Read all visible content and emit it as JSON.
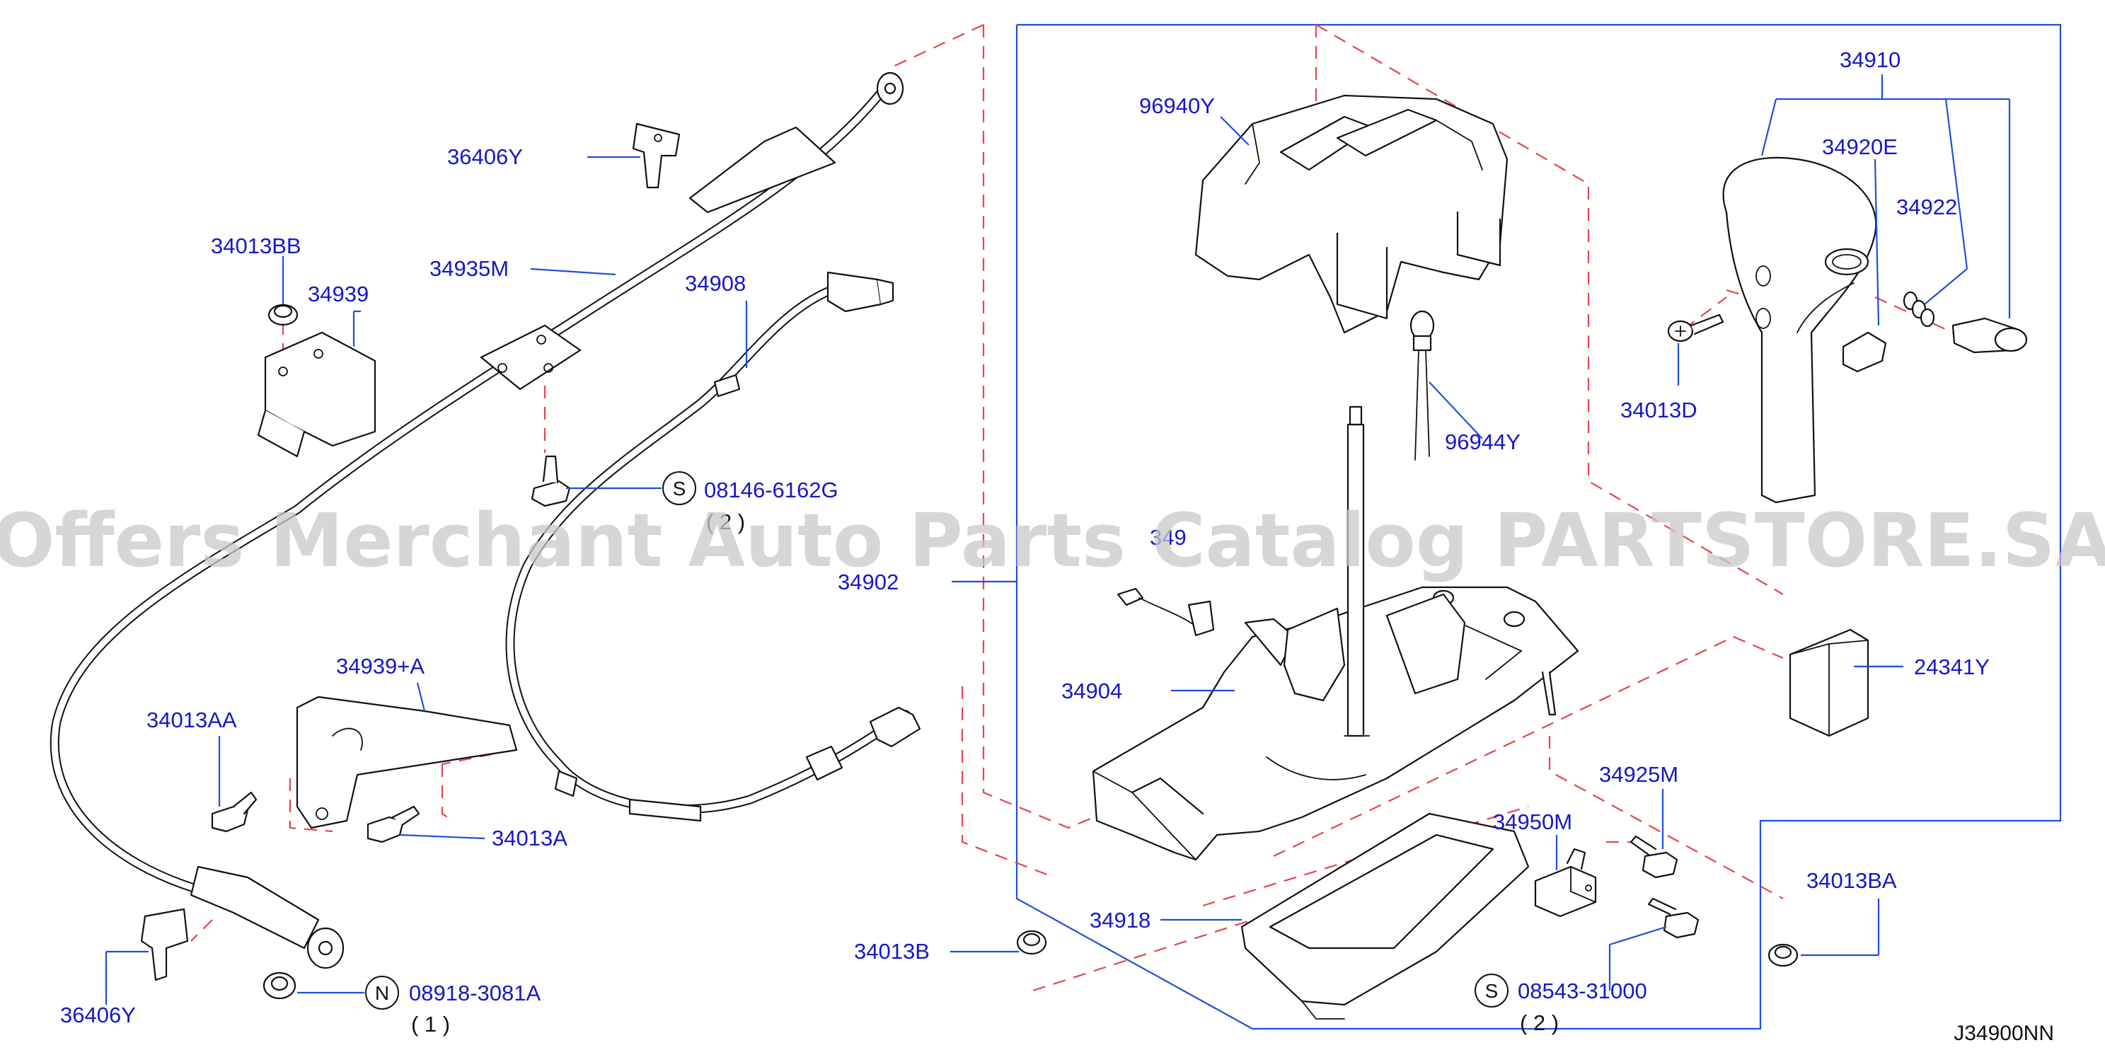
{
  "diagram": {
    "watermark": "Offers Merchant Auto Parts Catalog PARTSTORE.SA",
    "diagram_code": "J34900NN",
    "labels": {
      "p36406Y_top": "36406Y",
      "p34013BB": "34013BB",
      "p34939": "34939",
      "p34935M": "34935M",
      "p34908": "34908",
      "p08146": "08146-6162G",
      "p08146_qty": "( 2 )",
      "p34902": "34902",
      "p34939A": "34939+A",
      "p34013AA": "34013AA",
      "p34013A": "34013A",
      "p36406Y_bot": "36406Y",
      "p08918": "08918-3081A",
      "p08918_qty": "( 1 )",
      "p96940Y": "96940Y",
      "p96944Y": "96944Y",
      "p349xx": "349",
      "p34904": "34904",
      "p34918": "34918",
      "p34013B": "34013B",
      "p34950M": "34950M",
      "p34925M": "34925M",
      "p08543": "08543-31000",
      "p08543_qty": "( 2 )",
      "p34013BA": "34013BA",
      "p24341Y": "24341Y",
      "p34910": "34910",
      "p34920E": "34920E",
      "p34922": "34922",
      "p34013D": "34013D"
    },
    "symbols": {
      "s_bolt": "S",
      "n_nut": "N",
      "s_screw": "S"
    },
    "colors": {
      "label_text": "#1717c8",
      "leader_lines": "#1e4fd8",
      "phantom_lines": "#e8434d",
      "part_outline": "#111111",
      "watermark": "#c8c8c8"
    }
  }
}
